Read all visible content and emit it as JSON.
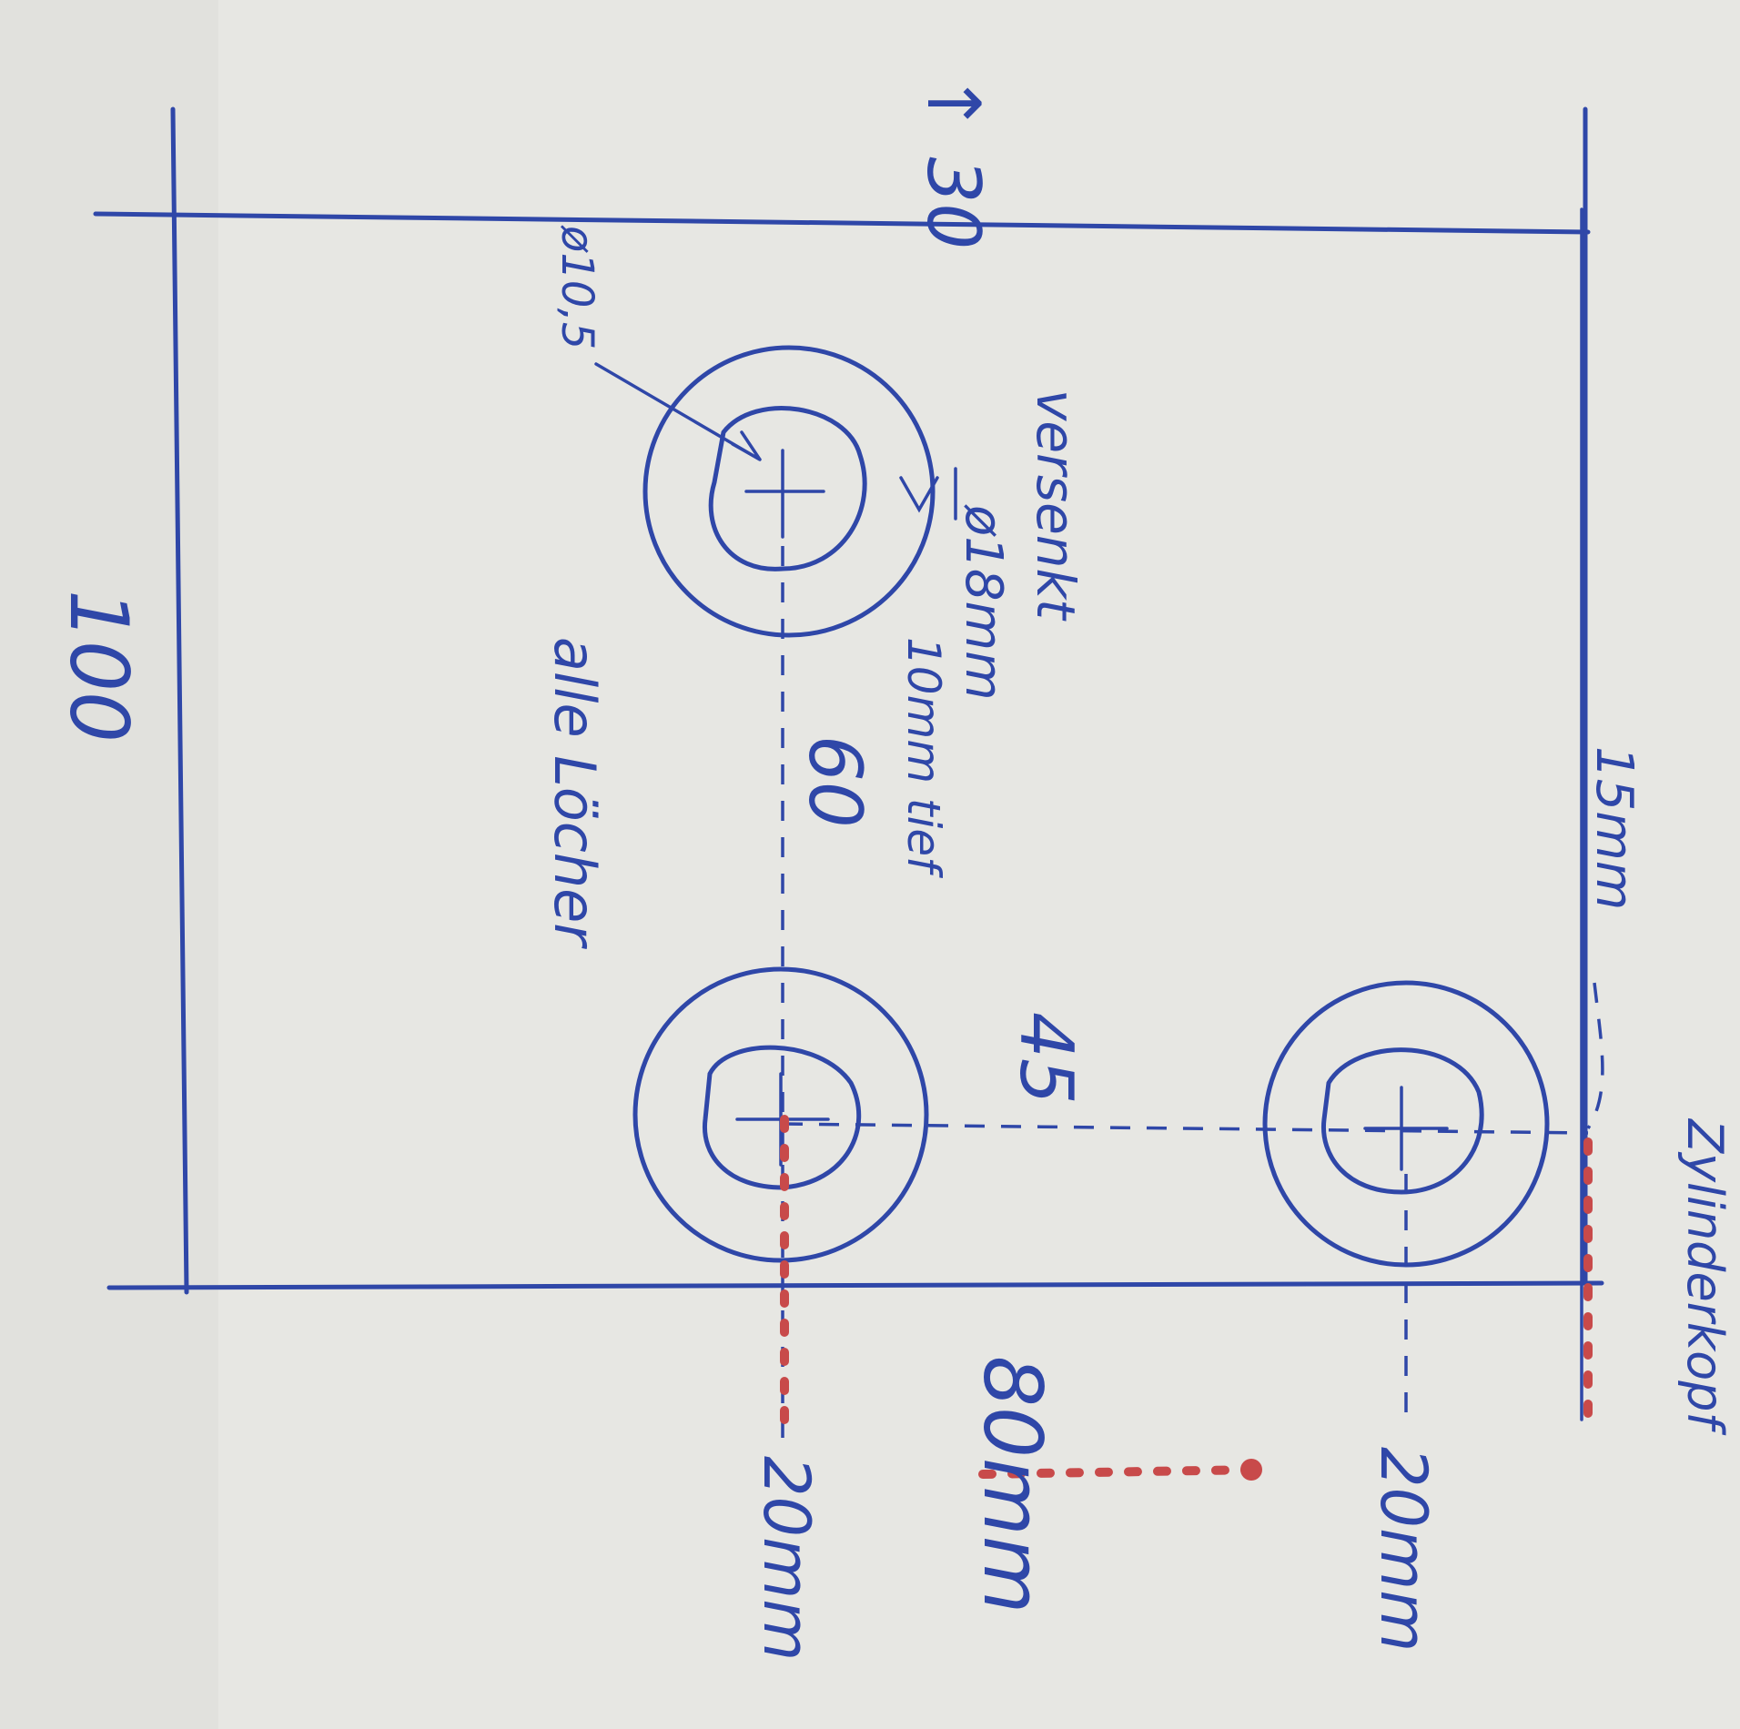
{
  "drawing": {
    "dim_plate_width": "100",
    "dim_plate_height": "80mm",
    "thickness": "↑ 30",
    "dim_hole_spacing_y": "60",
    "dim_hole_spacing_x": "45",
    "dim_top_edge": "15mm",
    "dim_edge_left": "20mm",
    "dim_edge_right": "20mm",
    "hole_diameter": "ø10,5",
    "countersink_label": "versenkt",
    "countersink_diameter": "ø18mm",
    "countersink_depth": "10mm tief",
    "all_holes_note": "alle Löcher",
    "cylinder_head_note": "Zylinderkopf"
  },
  "colors": {
    "ink": "#2f47a8",
    "red_pencil": "#c84a4a",
    "paper": "#e9e9e6"
  }
}
